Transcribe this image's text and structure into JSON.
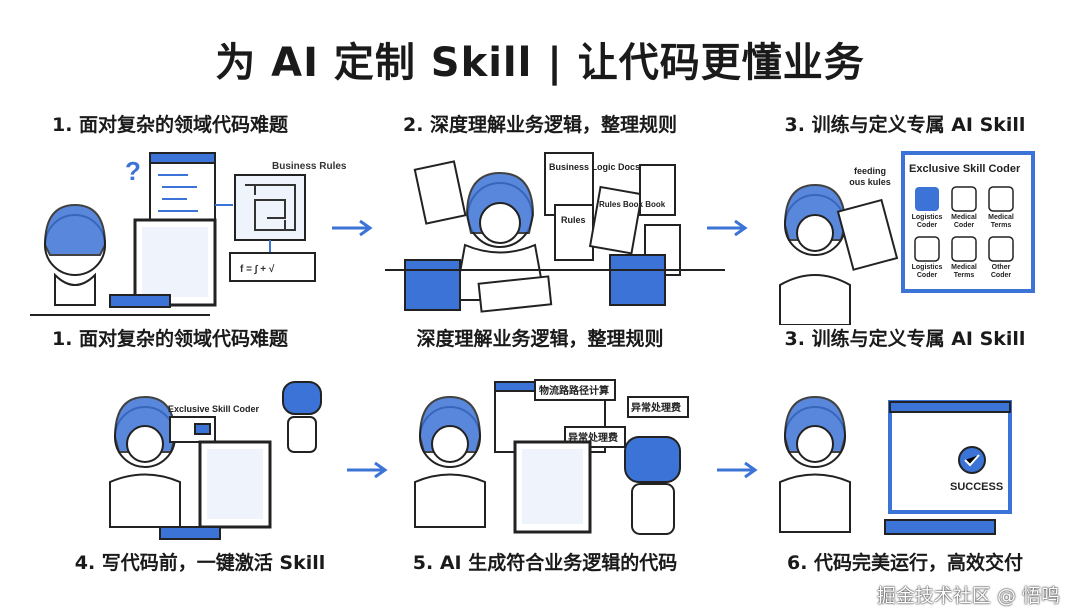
{
  "title": "为 AI 定制 Skill | 让代码更懂业务",
  "accent": "#3b73d6",
  "panels": [
    {
      "heading": "1. 面对复杂的领域代码难题",
      "caption": "1. 面对复杂的领域代码难题",
      "labels": {
        "rules": "Business Rules",
        "formula": "f = ∫ + √"
      }
    },
    {
      "heading": "2. 深度理解业务逻辑，整理规则",
      "caption": "深度理解业务逻辑，整理规则",
      "labels": {
        "docs": "Business Logic Docs",
        "rules": "Rules",
        "book": "Rules Book Book"
      }
    },
    {
      "heading": "3. 训练与定义专属 AI Skill",
      "caption": "3. 训练与定义专属 AI Skill",
      "labels": {
        "feeding": "feeding ous kules",
        "board": "Exclusive Skill Coder",
        "tiles": [
          "Logistics Coder",
          "Medical Coder",
          "Medical Terms",
          "Logistics Coder",
          "Medical Terms",
          "Other Coder"
        ]
      }
    },
    {
      "heading": "",
      "caption": "4. 写代码前，一键激活 Skill",
      "labels": {
        "bubble": "Exclusive Skill Coder"
      }
    },
    {
      "heading": "",
      "caption": "5. AI 生成符合业务逻辑的代码",
      "labels": {
        "b1": "物流路路径计算",
        "b2": "异常处理费",
        "b3": "异常处理费"
      }
    },
    {
      "heading": "",
      "caption": "6. 代码完美运行，高效交付",
      "labels": {
        "success": "SUCCESS"
      }
    }
  ],
  "watermark": "掘金技术社区 @ 悟鸣"
}
